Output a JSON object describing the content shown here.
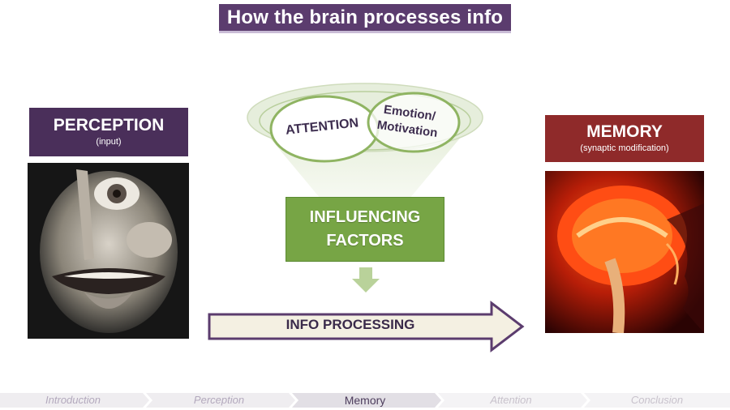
{
  "title": "How the brain processes info",
  "perception": {
    "label": "PERCEPTION",
    "sub": "(input)"
  },
  "memory": {
    "label": "MEMORY",
    "sub": "(synaptic modification)"
  },
  "factors": {
    "line1": "INFLUENCING",
    "line2": "FACTORS",
    "attention": "ATTENTION",
    "emotion_line1": "Emotion/",
    "emotion_line2": "Motivation"
  },
  "process_arrow": {
    "label": "INFO PROCESSING"
  },
  "nav": [
    {
      "label": "Introduction",
      "active": false
    },
    {
      "label": "Perception",
      "active": false
    },
    {
      "label": "Memory",
      "active": true
    },
    {
      "label": "Attention",
      "active": false
    },
    {
      "label": "Conclusion",
      "active": false
    }
  ],
  "colors": {
    "title_bg": "#5b3c6e",
    "perception_bg": "#4a2f5a",
    "memory_bg": "#8f2a2a",
    "factors_bg": "#77a545",
    "arrow_stroke": "#5b3c6e"
  }
}
